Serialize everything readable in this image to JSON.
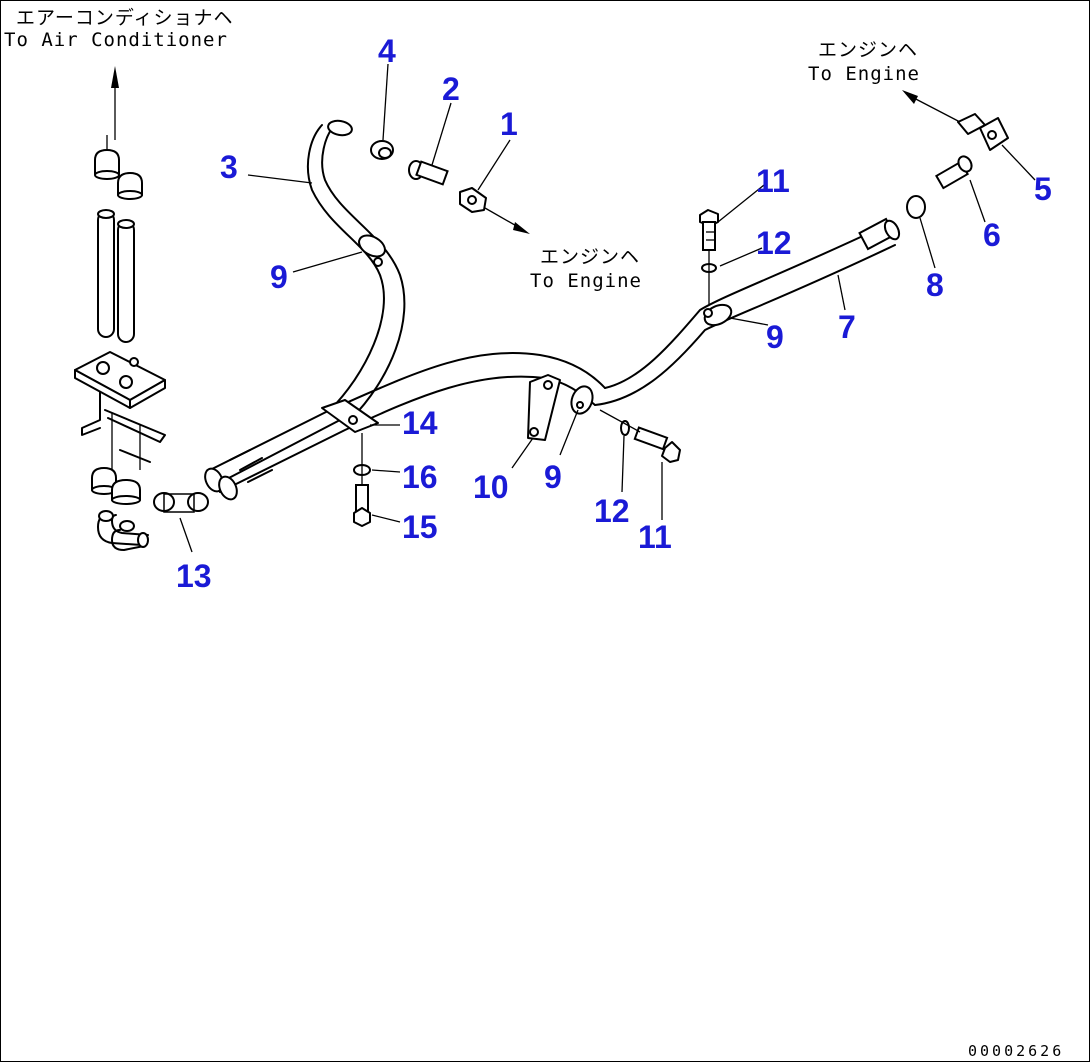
{
  "notes": {
    "air_conditioner_jp": "エアーコンディショナヘ",
    "air_conditioner_en": "To Air Conditioner",
    "engine_top_jp": "エンジンヘ",
    "engine_top_en": "To Engine",
    "engine_mid_jp": "エンジンヘ",
    "engine_mid_en": "To Engine"
  },
  "callouts": {
    "c1": "1",
    "c2": "2",
    "c3": "3",
    "c4": "4",
    "c5": "5",
    "c6": "6",
    "c7": "7",
    "c8": "8",
    "c9a": "9",
    "c9b": "9",
    "c9c": "9",
    "c10": "10",
    "c11a": "11",
    "c11b": "11",
    "c12a": "12",
    "c12b": "12",
    "c13": "13",
    "c14": "14",
    "c15": "15",
    "c16": "16"
  },
  "document_id": "00002626",
  "colors": {
    "callout": "#1a1ad6",
    "line": "#000000"
  }
}
